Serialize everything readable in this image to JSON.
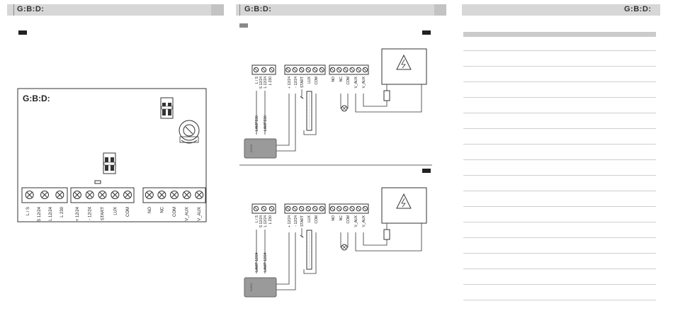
{
  "brand": {
    "logo": "G:B:D:"
  },
  "panel1": {
    "terminals": [
      "L / S",
      "S 12/24",
      "L 12/24",
      "L 230",
      "+ 12/24",
      "- 12/24",
      "START",
      "LUX",
      "COM",
      "NO",
      "NC",
      "COM",
      "V_AUX",
      "V_AUX"
    ]
  },
  "diagram_top": {
    "terminals": [
      "L / S",
      "S 12/24",
      "L 12/24",
      "L 230",
      "+ 12/24",
      "- 12/24",
      "START",
      "LUX",
      "COM",
      "NO",
      "NC",
      "COM",
      "V_AUX",
      "V_AUX"
    ],
    "lamps": [
      "LAMP230",
      "LAMP230"
    ]
  },
  "diagram_bottom": {
    "terminals": [
      "L / S",
      "S 12/24",
      "L 12/24",
      "L 230",
      "+ 12/24",
      "- 12/24",
      "START",
      "LUX",
      "COM",
      "NO",
      "NC",
      "COM",
      "V_AUX",
      "V_AUX"
    ],
    "lamps": [
      "LAMP 12/24",
      "LAMP 12/24"
    ]
  }
}
